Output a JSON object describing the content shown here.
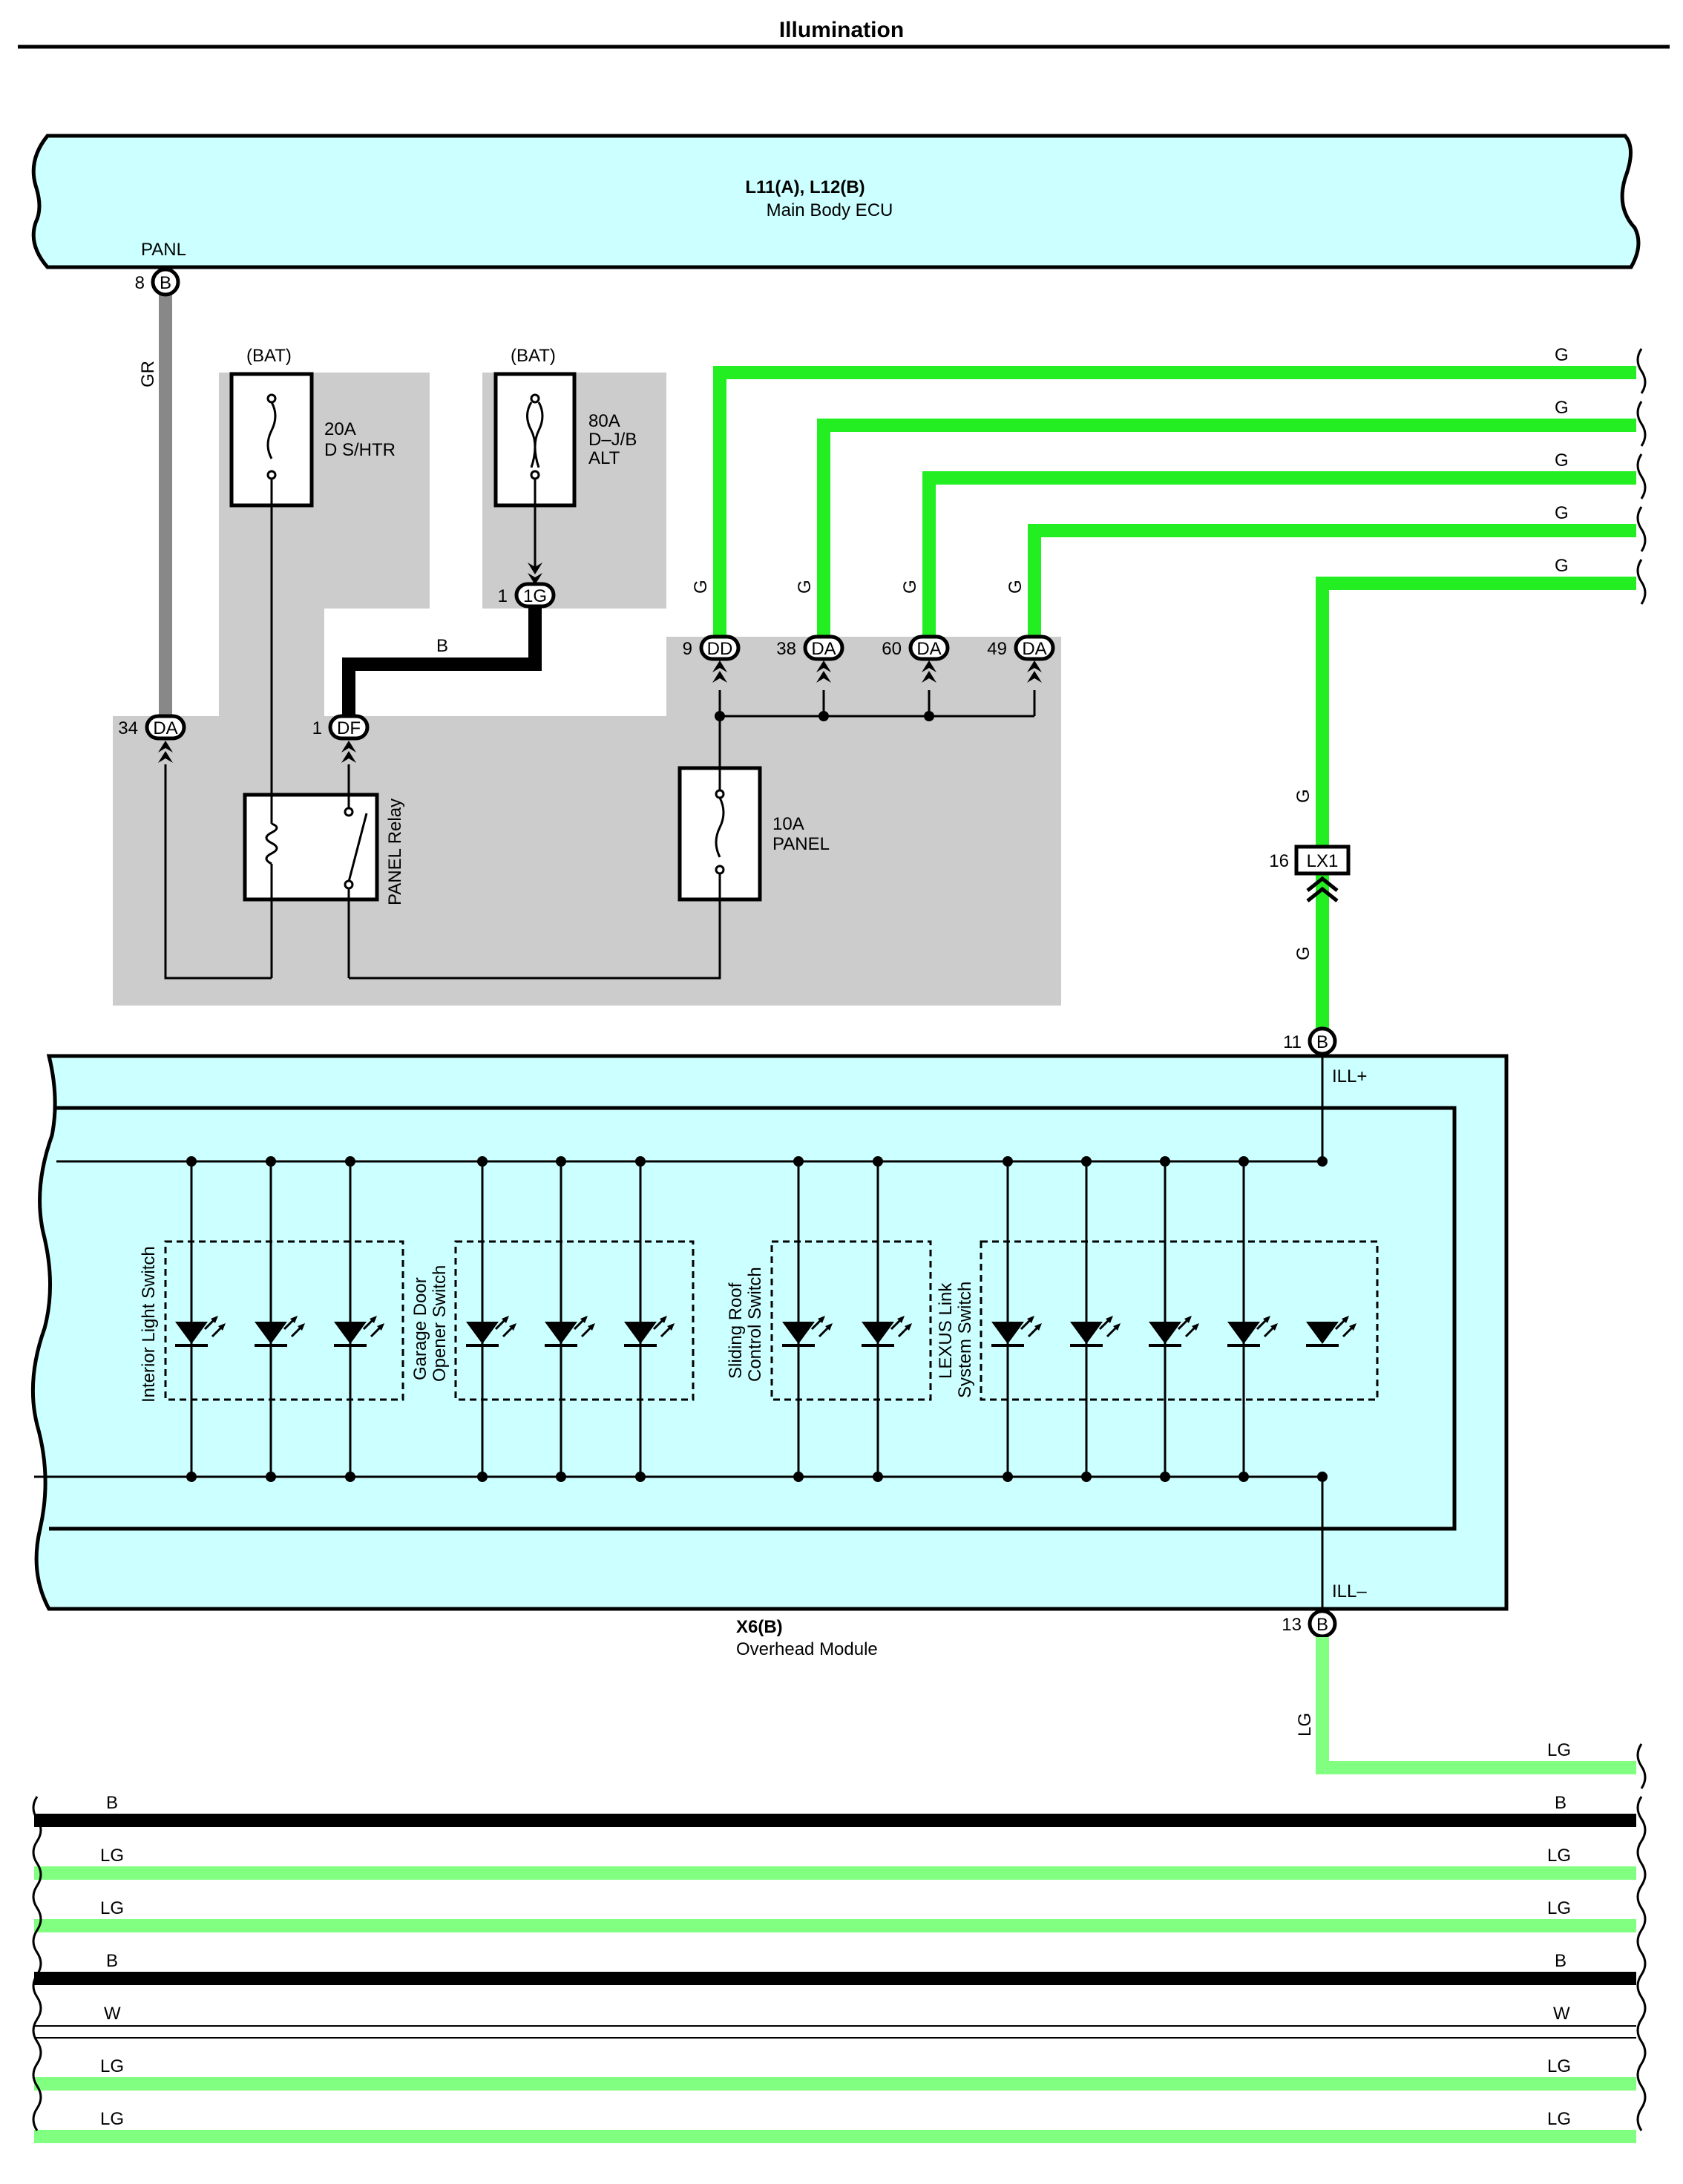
{
  "title": "Illumination",
  "colors": {
    "green": "#22ee22",
    "light_green": "#80ff80",
    "gray_wire": "#888888",
    "ecu_fill": "#ccffff",
    "junction_fill": "#cccccc",
    "black": "#000000",
    "white_wire": "#ffffff"
  },
  "main_body_ecu": {
    "connector": "L11(A), L12(B)",
    "name": "Main Body ECU",
    "pin_label": "PANL",
    "pin_num": "8",
    "pin_conn": "B"
  },
  "gr_wire": {
    "color": "GR"
  },
  "fuse_20a": {
    "source": "(BAT)",
    "rating": "20A",
    "name": "D S/HTR"
  },
  "fuse_80a": {
    "source": "(BAT)",
    "rating": "80A",
    "name1": "D–J/B",
    "name2": "ALT"
  },
  "fuse_10a": {
    "rating": "10A",
    "name": "PANEL"
  },
  "relay": {
    "name": "PANEL Relay"
  },
  "conn_1g": {
    "num": "1",
    "name": "1G"
  },
  "conn_df": {
    "num": "1",
    "name": "DF"
  },
  "conn_da34": {
    "num": "34",
    "name": "DA"
  },
  "b_wire": {
    "color": "B"
  },
  "jb_conns": [
    {
      "num": "9",
      "name": "DD",
      "color": "G"
    },
    {
      "num": "38",
      "name": "DA",
      "color": "G"
    },
    {
      "num": "60",
      "name": "DA",
      "color": "G"
    },
    {
      "num": "49",
      "name": "DA",
      "color": "G"
    }
  ],
  "right_g_labels": [
    "G",
    "G",
    "G",
    "G",
    "G"
  ],
  "lx1": {
    "num": "16",
    "name": "LX1",
    "color_top": "G",
    "color_bottom": "G"
  },
  "overhead": {
    "connector": "X6(B)",
    "name": "Overhead Module",
    "ill_plus": "ILL+",
    "ill_minus": "ILL–",
    "pin11": {
      "num": "11",
      "name": "B"
    },
    "pin13": {
      "num": "13",
      "name": "B"
    },
    "switches": [
      {
        "line1": "Interior Light Switch",
        "line2": ""
      },
      {
        "line1": "Garage Door",
        "line2": "Opener Switch"
      },
      {
        "line1": "Sliding Roof",
        "line2": "Control Switch"
      },
      {
        "line1": "LEXUS Link",
        "line2": "System Switch"
      }
    ]
  },
  "lg_out": {
    "left": "LG",
    "right": "LG"
  },
  "bottom_wires": [
    {
      "left": "B",
      "right": "B",
      "type": "black"
    },
    {
      "left": "LG",
      "right": "LG",
      "type": "lg"
    },
    {
      "left": "LG",
      "right": "LG",
      "type": "lg"
    },
    {
      "left": "B",
      "right": "B",
      "type": "black"
    },
    {
      "left": "W",
      "right": "W",
      "type": "white"
    },
    {
      "left": "LG",
      "right": "LG",
      "type": "lg"
    },
    {
      "left": "LG",
      "right": "LG",
      "type": "lg"
    }
  ]
}
